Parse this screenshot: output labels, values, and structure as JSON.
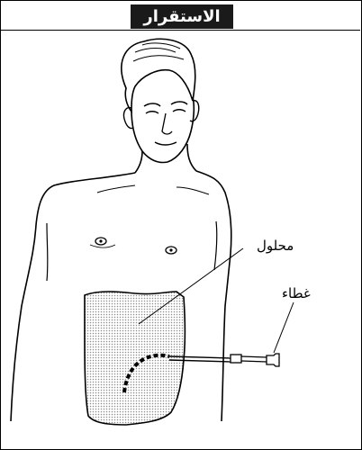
{
  "title": "الاستقرار",
  "labels": {
    "solution": "محلول",
    "cap": "غطاء"
  },
  "colors": {
    "title_bg": "#1a1a1a",
    "title_text": "#ffffff",
    "line": "#000000",
    "fill_dots": "#8c8c8c"
  }
}
